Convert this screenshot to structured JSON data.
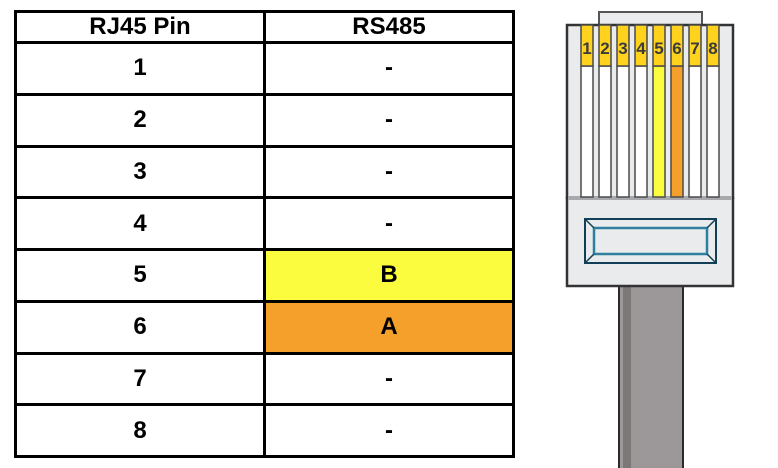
{
  "table": {
    "headers": [
      "RJ45 Pin",
      "RS485"
    ],
    "rows": [
      {
        "pin": "1",
        "signal": "-",
        "highlight": "none"
      },
      {
        "pin": "2",
        "signal": "-",
        "highlight": "none"
      },
      {
        "pin": "3",
        "signal": "-",
        "highlight": "none"
      },
      {
        "pin": "4",
        "signal": "-",
        "highlight": "none"
      },
      {
        "pin": "5",
        "signal": "B",
        "highlight": "yellow"
      },
      {
        "pin": "6",
        "signal": "A",
        "highlight": "orange"
      },
      {
        "pin": "7",
        "signal": "-",
        "highlight": "none"
      },
      {
        "pin": "8",
        "signal": "-",
        "highlight": "none"
      }
    ]
  },
  "connector": {
    "pin_labels": [
      "1",
      "2",
      "3",
      "4",
      "5",
      "6",
      "7",
      "8"
    ],
    "wire_colors": [
      "white",
      "white",
      "white",
      "white",
      "yellow",
      "orange",
      "white",
      "white"
    ]
  },
  "colors": {
    "yellow": "#FCFC3E",
    "orange": "#F6A02C",
    "white": "#FFFFFF",
    "contact_gold": "#FFD21E",
    "body_gray": "#E9EBED",
    "divider_gray": "#A7A9AC",
    "cable_gray": "#9C9899",
    "cable_shadow": "#7B7878",
    "window_frame_dark": "#123F55",
    "window_frame_teal": "#2E7FA0"
  }
}
